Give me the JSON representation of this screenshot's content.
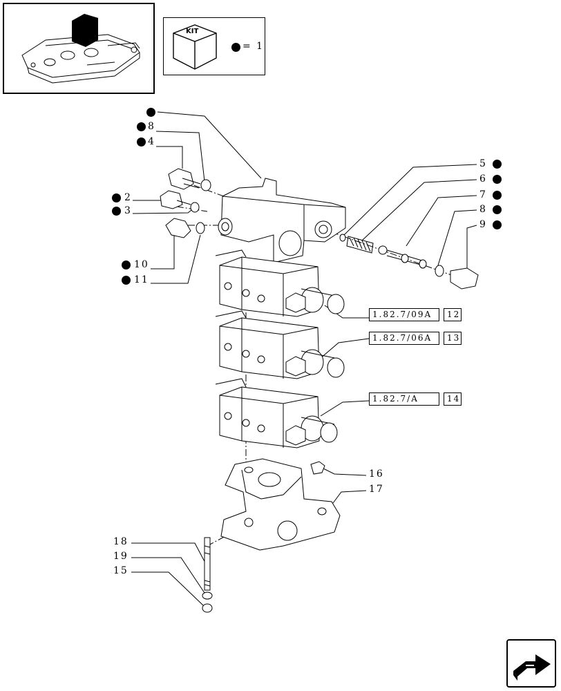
{
  "kit": {
    "label": "KIT",
    "legend": "= 1"
  },
  "callouts": {
    "c8_left": "8",
    "c4": "4",
    "c2": "2",
    "c3": "3",
    "c10": "10",
    "c11": "11",
    "c5": "5",
    "c6": "6",
    "c7": "7",
    "c8_right": "8",
    "c9": "9",
    "c16": "16",
    "c17": "17",
    "c18": "18",
    "c19": "19",
    "c15": "15"
  },
  "references": [
    {
      "ref": "1.82.7/09A",
      "num": "12"
    },
    {
      "ref": "1.82.7/06A",
      "num": "13"
    },
    {
      "ref": "1.82.7/A",
      "num": "14"
    }
  ],
  "icons": {
    "thumbnail": "tractor-hitch-thumbnail-icon",
    "kit": "kit-cube-icon",
    "next": "next-page-arrow-icon"
  }
}
